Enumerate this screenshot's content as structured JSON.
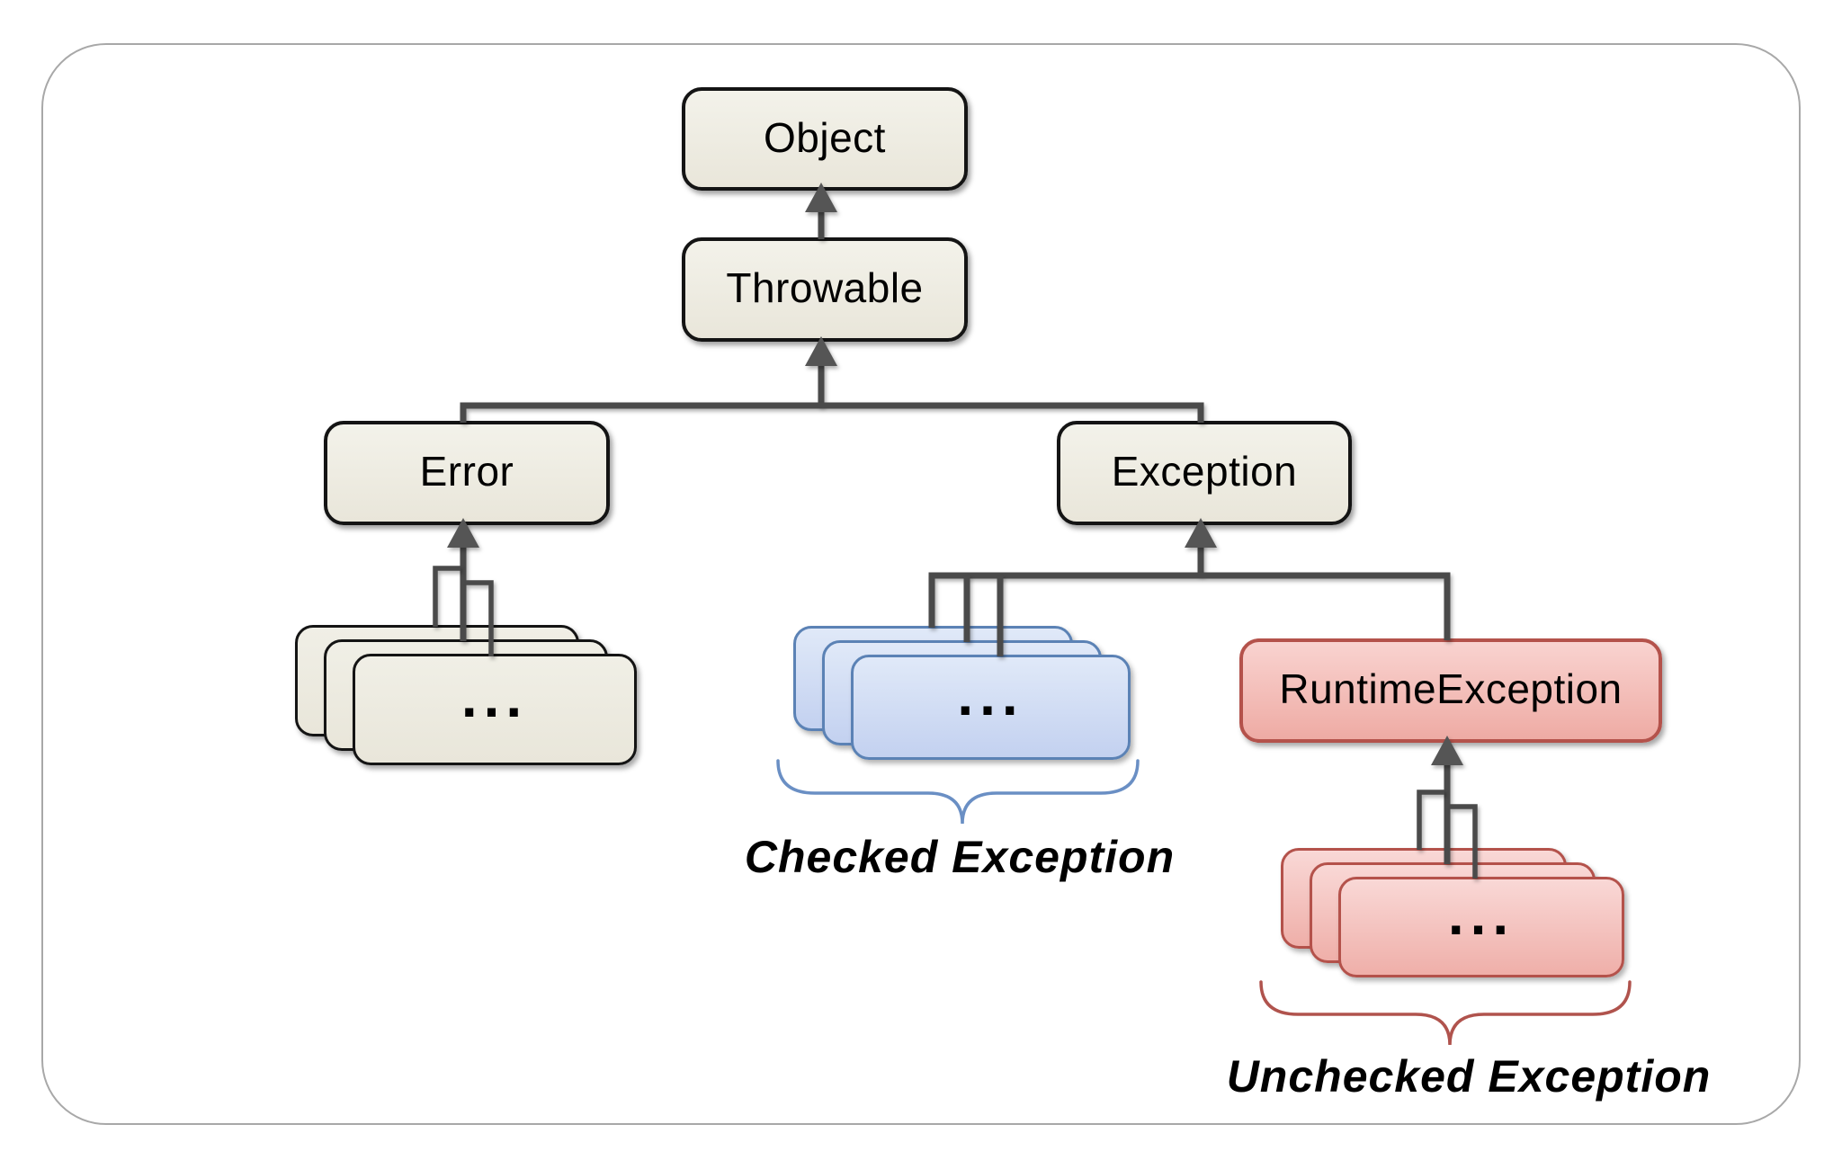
{
  "diagram": {
    "nodes": {
      "object": "Object",
      "throwable": "Throwable",
      "error": "Error",
      "exception": "Exception",
      "runtime_exception": "RuntimeException",
      "error_more": "...",
      "checked_more": "...",
      "unchecked_more": "..."
    },
    "captions": {
      "checked": "Checked Exception",
      "unchecked": "Unchecked Exception"
    },
    "colors": {
      "connector_line": "#4a4a4a",
      "arrowhead": "#555555",
      "class_box_fill": "#edebe0",
      "class_box_border": "#141414",
      "checked_card_fill": "#cfdcf4",
      "checked_card_border": "#5b82b5",
      "unchecked_card_fill": "#f4bcb6",
      "unchecked_card_border": "#b4524b",
      "checked_brace": "#6a8fc4",
      "unchecked_brace": "#b0534d",
      "frame_border": "#a8a8a8"
    }
  }
}
